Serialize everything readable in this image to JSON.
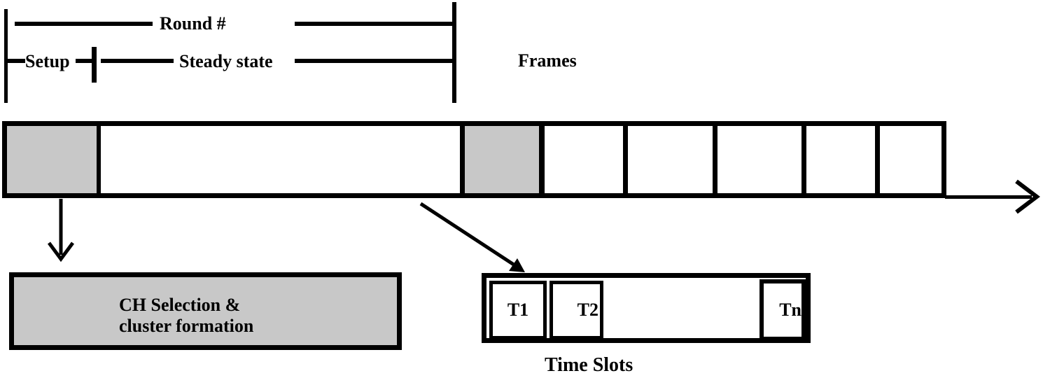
{
  "bracket": {
    "round_label": "Round #",
    "setup_label": "Setup",
    "steady_state_label": "Steady state",
    "frames_label": "Frames"
  },
  "timeline": {
    "setup_phase_count": 2,
    "frame_count": 5
  },
  "ch_box": {
    "line1": "CH Selection &",
    "line2": "cluster formation"
  },
  "time_slots": {
    "label": "Time Slots",
    "slots": [
      "T1",
      "T2",
      "Tn"
    ]
  },
  "colors": {
    "gray_fill": "#c8c8c8",
    "line": "#000000",
    "background": "#ffffff"
  }
}
